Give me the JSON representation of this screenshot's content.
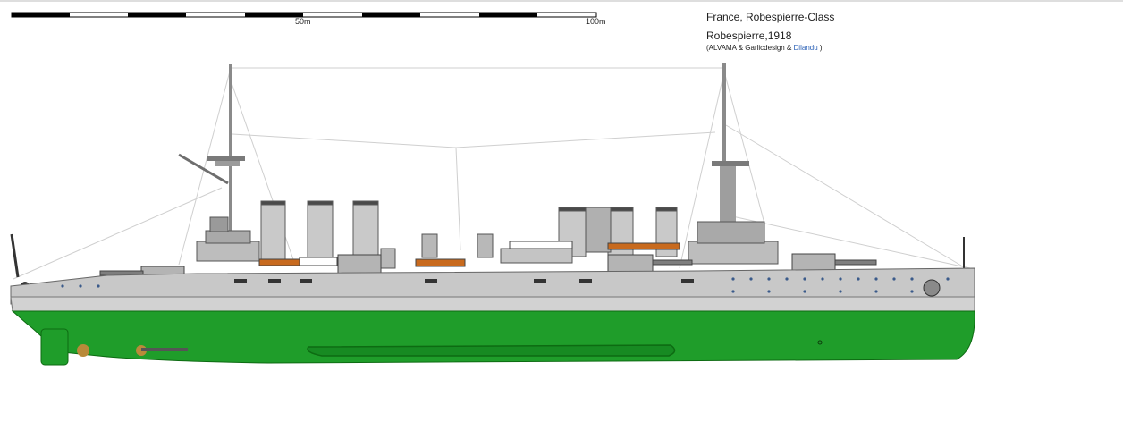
{
  "caption": {
    "title": "France,  Robespierre-Class",
    "ship_year": "Robespierre,1918",
    "credit_prefix": "(ALVAMA & Garlicdesign & ",
    "credit_highlight": "Dilandu",
    "credit_suffix": " )"
  },
  "scale_bar": {
    "mid_label": "50m",
    "end_label": "100m"
  },
  "colors": {
    "hull_grey": "#c8c8c8",
    "underwater_green": "#1f9d2a",
    "waterline_green": "#0d6b12",
    "deck_orange": "#c86a1e",
    "credit_blue": "#2f64b8"
  },
  "subject": "warship-side-profile"
}
